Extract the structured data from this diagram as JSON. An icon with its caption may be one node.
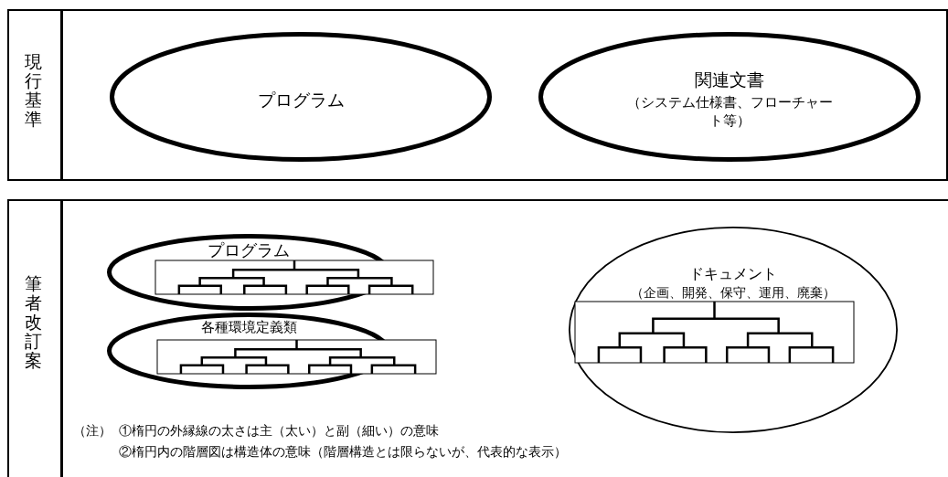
{
  "diagram": {
    "nodes": [
      {
        "text": [
          "現行基準"
        ]
      },
      {
        "text": [
          "プログラム"
        ],
        "in": 0
      },
      {
        "text": [
          "関連文書",
          "（システム仕様書、フローチャート等）"
        ],
        "in": 0
      },
      {
        "text": [
          "筆者改訂案"
        ]
      },
      {
        "text": [
          "プログラム"
        ],
        "in": 3
      },
      {
        "text": [
          "各種環境定義類"
        ],
        "in": 3
      },
      {
        "text": [
          "ドキュメント",
          "（企画、開発、保守、運用、廃棄）"
        ],
        "in": 3
      }
    ],
    "labels": [
      "（注）",
      "①楕円の外縁線の太さは主（太い）と副（細い）の意味",
      "②楕円内の階層図は構造体の意味（階層構造とは限らないが、代表的な表示）"
    ]
  }
}
